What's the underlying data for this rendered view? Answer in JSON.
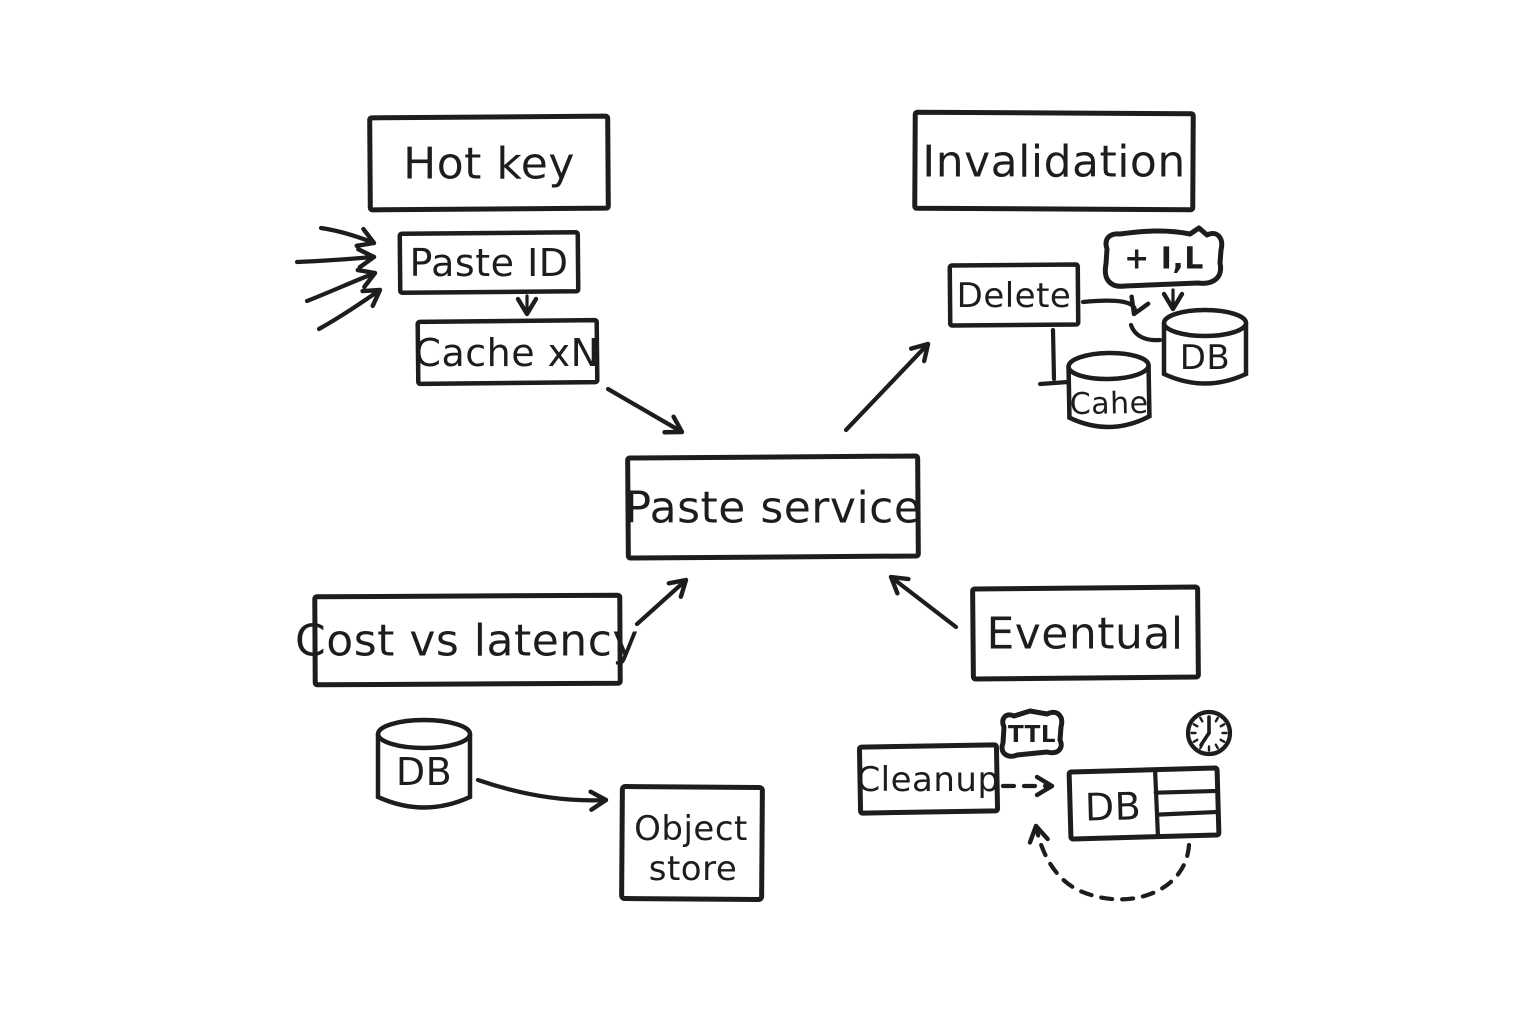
{
  "colors": {
    "ink": "#1d1d1d",
    "paper": "#ffffff"
  },
  "icons": {
    "clock": "analog-clock"
  },
  "nodes": {
    "hot_key": {
      "label": "Hot key"
    },
    "paste_id": {
      "label": "Paste ID"
    },
    "cache_xn": {
      "label": "Cache xN"
    },
    "paste_service": {
      "label": "Paste service"
    },
    "invalidation": {
      "label": "Invalidation"
    },
    "il_note": {
      "label": "+ I,L"
    },
    "delete": {
      "label": "Delete"
    },
    "invalidation_db": {
      "label": "DB"
    },
    "invalidation_cache": {
      "label": "Cahe"
    },
    "cost_vs_latency": {
      "label": "Cost vs latency"
    },
    "cost_db": {
      "label": "DB"
    },
    "object_store": {
      "lines": [
        "Object",
        "store"
      ]
    },
    "eventual": {
      "label": "Eventual"
    },
    "ttl_note": {
      "label": "TTL"
    },
    "cleanup": {
      "label": "Cleanup"
    },
    "ttl_db": {
      "label": "DB"
    }
  }
}
